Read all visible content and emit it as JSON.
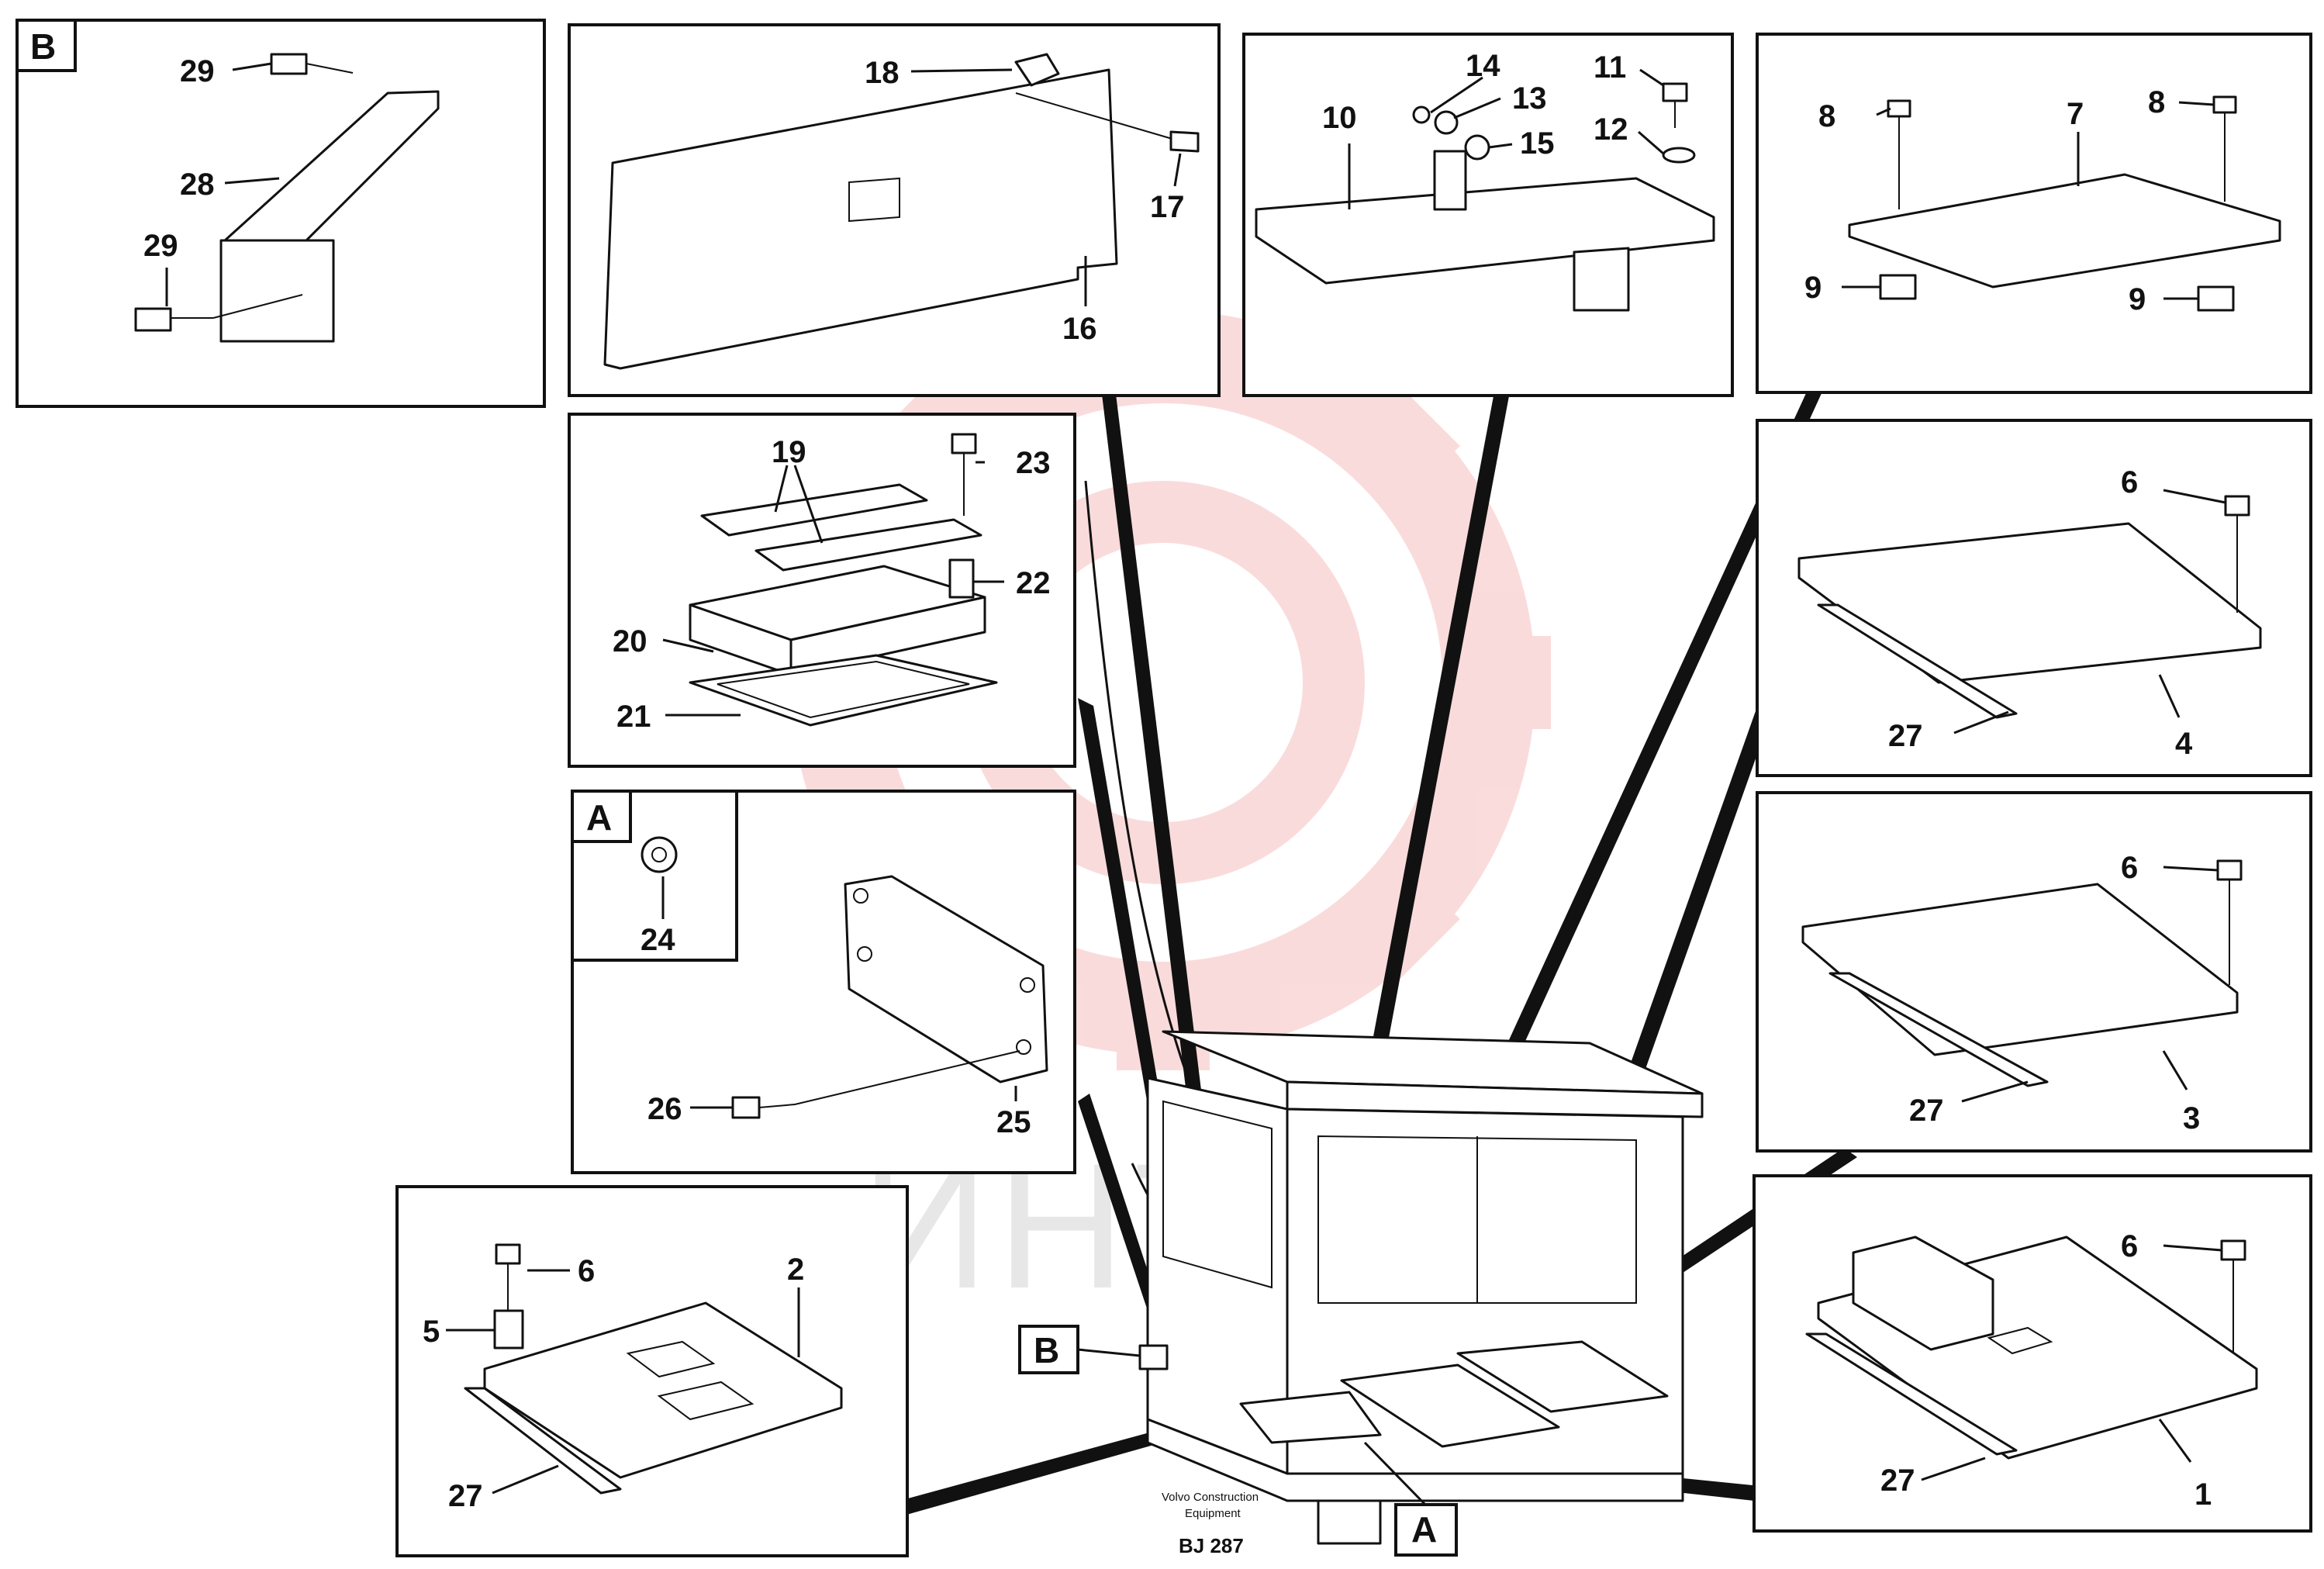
{
  "diagram": {
    "manufacturer": "Volvo Construction Equipment",
    "manufacturer_line1": "Volvo Construction",
    "manufacturer_line2": "Equipment",
    "drawing_code": "BJ 287",
    "watermark_text": "ИНТЕХ",
    "colors": {
      "line": "#111111",
      "watermark_logo": "#f3a3a3",
      "watermark_text": "#c9c9c9"
    },
    "detail_labels": {
      "b": "B",
      "a": "A"
    },
    "callouts": {
      "n1": "1",
      "n2": "2",
      "n3": "3",
      "n4": "4",
      "n5": "5",
      "n6": "6",
      "n7": "7",
      "n8": "8",
      "n9": "9",
      "n10": "10",
      "n11": "11",
      "n12": "12",
      "n13": "13",
      "n14": "14",
      "n15": "15",
      "n16": "16",
      "n17": "17",
      "n18": "18",
      "n19": "19",
      "n20": "20",
      "n21": "21",
      "n22": "22",
      "n23": "23",
      "n24": "24",
      "n25": "25",
      "n26": "26",
      "n27": "27",
      "n28": "28",
      "n29": "29"
    }
  }
}
